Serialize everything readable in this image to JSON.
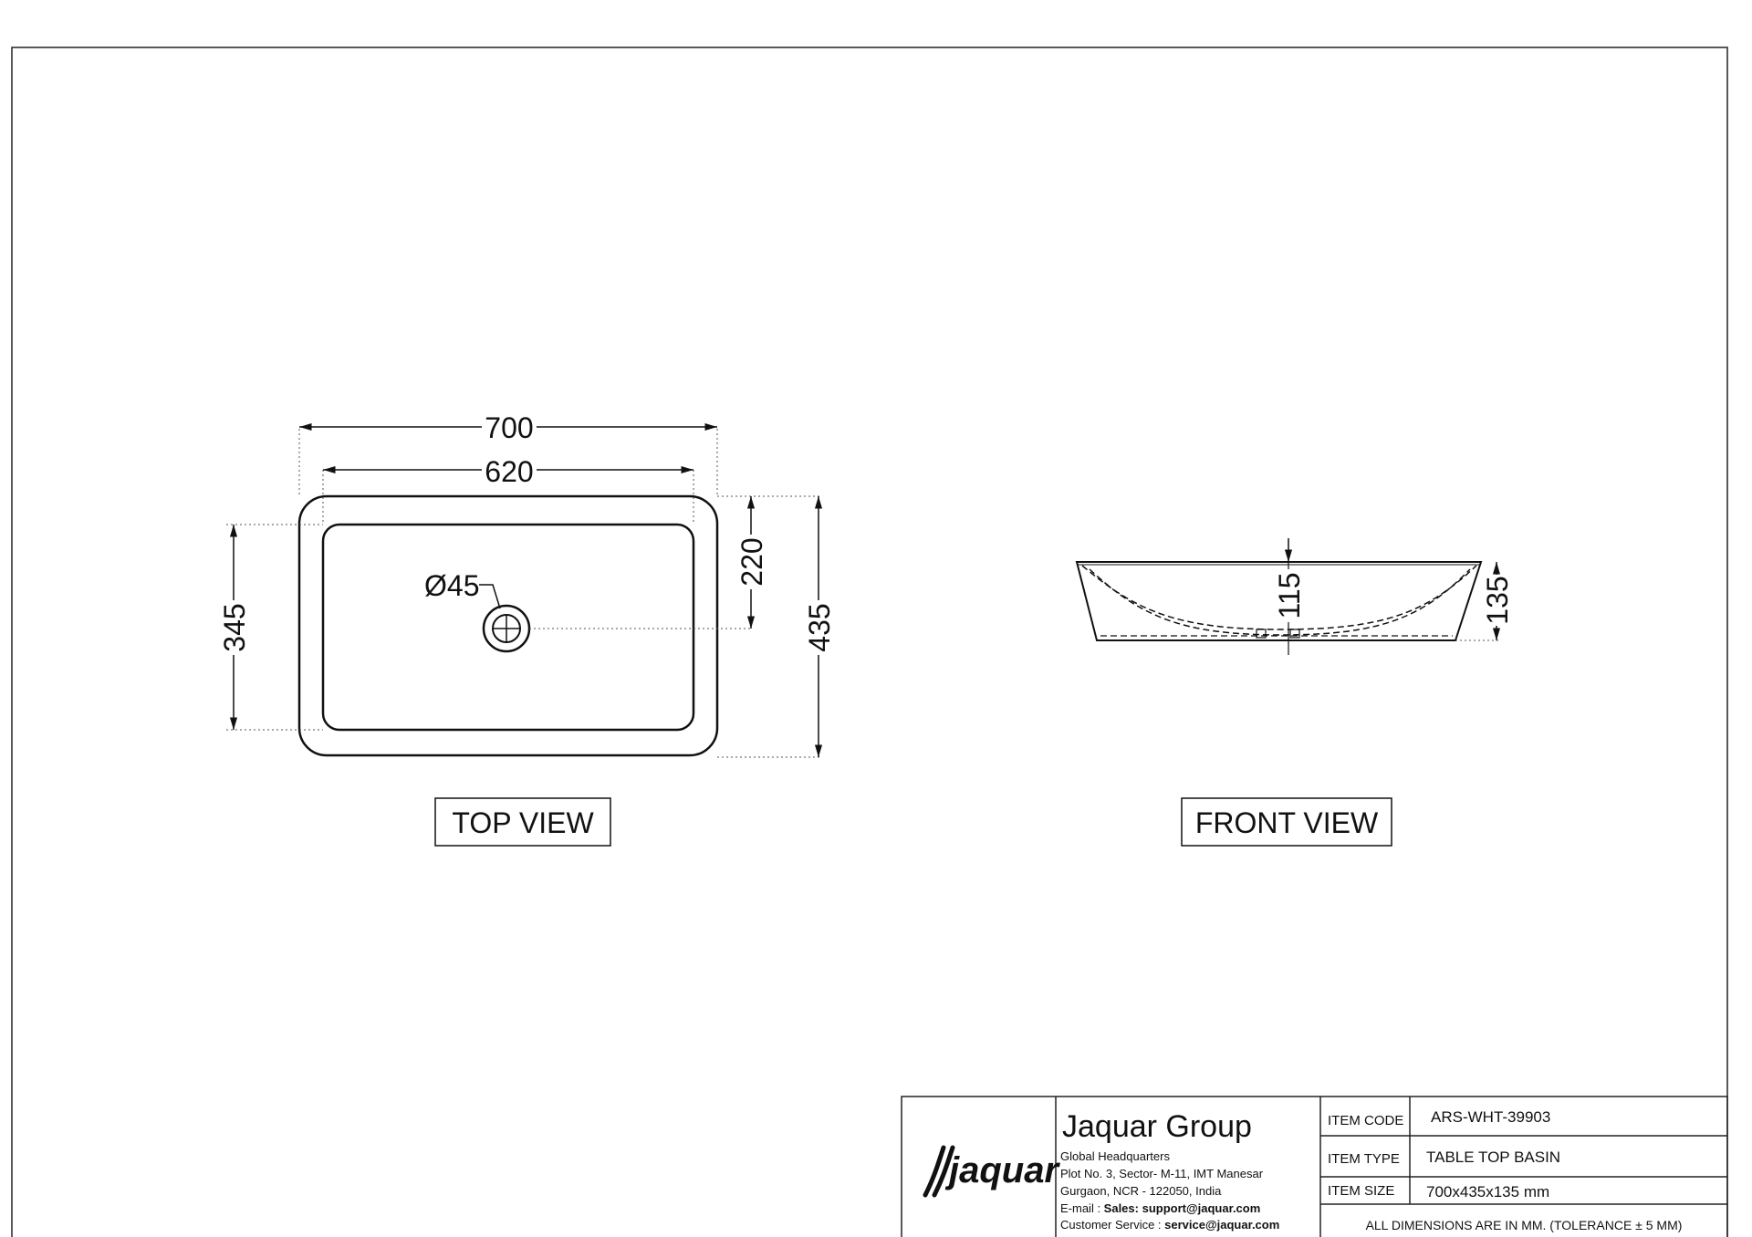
{
  "top_view": {
    "label": "TOP VIEW",
    "dim_overall_width": "700",
    "dim_inner_width": "620",
    "dim_inner_depth": "345",
    "dim_overall_depth": "435",
    "dim_drain_offset": "220",
    "dim_drain_diameter": "Ø45"
  },
  "front_view": {
    "label": "FRONT VIEW",
    "dim_bowl_depth": "115",
    "dim_overall_height": "135"
  },
  "title_block": {
    "logo_text": "jaquar",
    "company": "Jaquar Group",
    "address_lines": [
      "Global Headquarters",
      "Plot No. 3, Sector- M-11, IMT Manesar",
      "Gurgaon, NCR - 122050, India"
    ],
    "email_label": "E-mail : ",
    "email_value": "Sales: support@jaquar.com",
    "service_label": "Customer Service : ",
    "service_value": "service@jaquar.com",
    "item_code_label": "ITEM  CODE",
    "item_code_value": "ARS-WHT-39903",
    "item_type_label": "ITEM  TYPE",
    "item_type_value": "TABLE TOP BASIN",
    "item_size_label": "ITEM  SIZE",
    "item_size_value": "700x435x135 mm",
    "note": "ALL DIMENSIONS ARE IN MM. (TOLERANCE ± 5 MM)"
  }
}
